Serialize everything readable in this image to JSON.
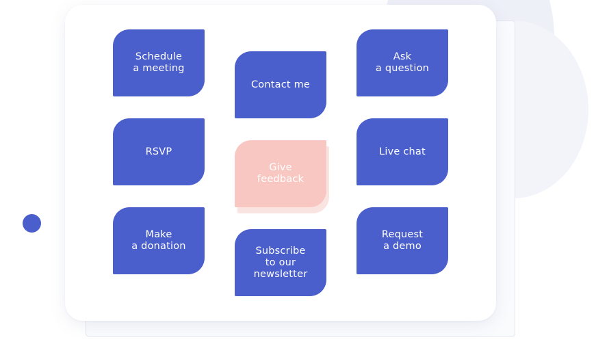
{
  "colors": {
    "tile": "#4a5fcc",
    "tile_highlight": "#f9c7c1",
    "tile_text": "#ffffff",
    "card_background": "#ffffff",
    "page_background": "#ffffff",
    "dot": "#4a5fcc"
  },
  "tiles": [
    {
      "label": "Schedule\na meeting"
    },
    {
      "label": "Contact me"
    },
    {
      "label": "Ask\na question"
    },
    {
      "label": "RSVP"
    },
    {
      "label": "Give\nfeedback",
      "state": "highlighted"
    },
    {
      "label": "Live chat"
    },
    {
      "label": "Make\na donation"
    },
    {
      "label": "Subscribe\nto our\nnewsletter"
    },
    {
      "label": "Request\na demo"
    }
  ]
}
